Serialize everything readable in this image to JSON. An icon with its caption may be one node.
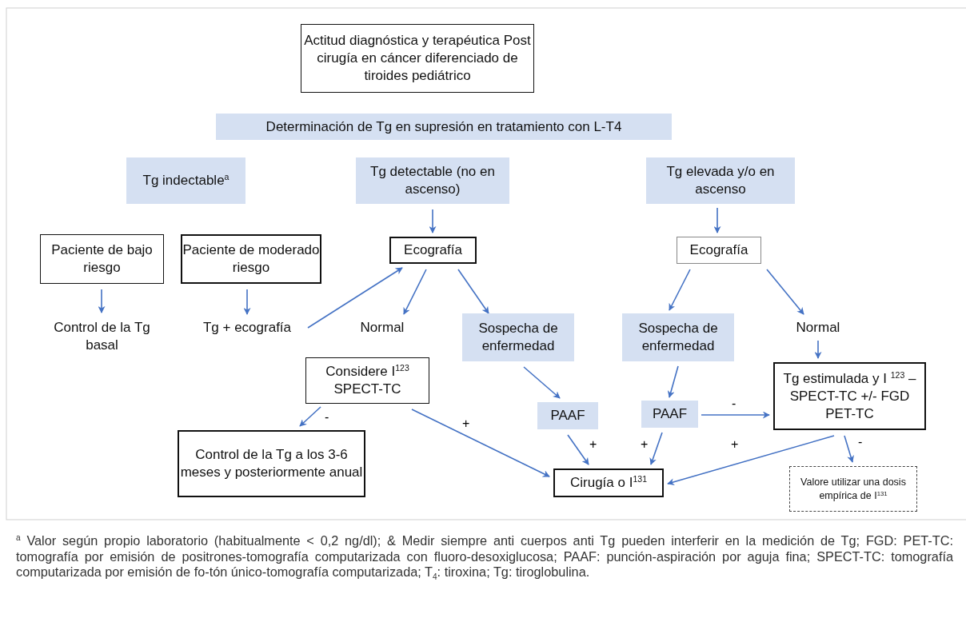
{
  "diagram": {
    "nodes": [
      {
        "text": [
          "Actitud diagnóstica y terapéutica Post cirugía en cáncer diferenciado de tiroides pediátrico"
        ]
      },
      {
        "text": [
          "Determinación de Tg en supresión en tratamiento con L-T4"
        ]
      },
      {
        "text": [
          "Tg indectable$^{a}$"
        ]
      },
      {
        "text": [
          "Tg detectable (no en ascenso)"
        ]
      },
      {
        "text": [
          "Tg elevada y/o en ascenso"
        ]
      },
      {
        "text": [
          "Paciente de bajo riesgo"
        ]
      },
      {
        "text": [
          "Paciente de moderado riesgo"
        ]
      },
      {
        "text": [
          "Ecografía"
        ]
      },
      {
        "text": [
          "Ecografía"
        ]
      },
      {
        "text": [
          "Control de la Tg basal"
        ]
      },
      {
        "text": [
          "Tg + ecografía"
        ]
      },
      {
        "text": [
          "Normal"
        ]
      },
      {
        "text": [
          "Sospecha de enfermedad"
        ]
      },
      {
        "text": [
          "Sospecha de enfermedad"
        ]
      },
      {
        "text": [
          "Normal"
        ]
      },
      {
        "text": [
          "Considere I$^{123}$ SPECT-TC"
        ]
      },
      {
        "text": [
          "PAAF"
        ]
      },
      {
        "text": [
          "PAAF"
        ]
      },
      {
        "text": [
          "Tg estimulada y I $^{123}$ – SPECT-TC +/- FGD PET-TC"
        ]
      },
      {
        "text": [
          "Control de la Tg a los 3-6 meses y posteriormente anual"
        ]
      },
      {
        "text": [
          "Cirugía o I$^{131}$"
        ]
      },
      {
        "text": [
          "Valore utilizar una dosis empírica de I$^{131}$"
        ]
      }
    ],
    "edges": [
      {
        "from": 3,
        "to": 7,
        "arrow": "to"
      },
      {
        "from": 4,
        "to": 8,
        "arrow": "to"
      },
      {
        "from": 5,
        "to": 9,
        "arrow": "to"
      },
      {
        "from": 6,
        "to": 10,
        "arrow": "to"
      },
      {
        "from": 10,
        "to": 7,
        "arrow": "to"
      },
      {
        "from": 7,
        "to": 11,
        "arrow": "to"
      },
      {
        "from": 7,
        "to": 12,
        "arrow": "to"
      },
      {
        "from": 8,
        "to": 13,
        "arrow": "to"
      },
      {
        "from": 8,
        "to": 14,
        "arrow": "to"
      },
      {
        "from": 14,
        "to": 18,
        "arrow": "to"
      },
      {
        "from": 12,
        "to": 16,
        "arrow": "to"
      },
      {
        "from": 13,
        "to": 17,
        "arrow": "to"
      },
      {
        "from": 15,
        "to": 19,
        "arrow": "to",
        "label": "-"
      },
      {
        "from": 15,
        "to": 20,
        "arrow": "to",
        "label": "+"
      },
      {
        "from": 16,
        "to": 20,
        "arrow": "to",
        "label": "+"
      },
      {
        "from": 17,
        "to": 20,
        "arrow": "to",
        "label": "+"
      },
      {
        "from": 17,
        "to": 18,
        "arrow": "to",
        "label": "-"
      },
      {
        "from": 18,
        "to": 20,
        "arrow": "to",
        "label": "+"
      },
      {
        "from": 18,
        "to": 21,
        "arrow": "to",
        "label": "-"
      }
    ],
    "caption": "$^{a}$ Valor según propio laboratorio (habitualmente < 0,2 ng/dl); & Medir siempre  anti cuerpos anti Tg  pueden interferir en la medición de Tg; FGD: PET-TC: tomografía por emisión de positrones-tomografía computarizada con fluoro-desoxiglucosa; PAAF: punción-aspiración por aguja fina; SPECT-TC: tomografía computarizada por emisión de fo-tón único-tomografía computarizada; T$_{4}$: tiroxina; Tg: tiroglobulina."
  }
}
